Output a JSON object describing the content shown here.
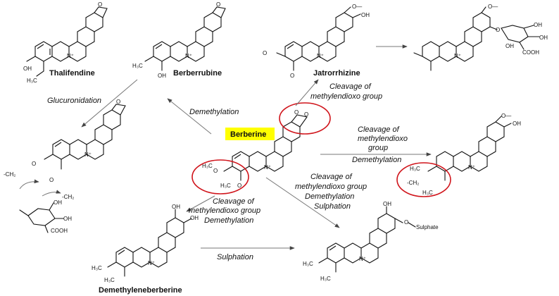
{
  "colors": {
    "highlight": "#ffff00",
    "circle": "#d0141b",
    "ink": "#111111",
    "arrow": "#777777"
  },
  "compounds": {
    "berberine": "Berberine",
    "thalifendine": "Thalifendine",
    "berberrubine": "Berberrubine",
    "jatrorrhizine": "Jatrorrhizine",
    "demethyleneberberine": "Demethyleneberberine"
  },
  "steps": {
    "demethylation": "Demethylation",
    "glucuronidation": "Glucuronidation",
    "cleavage_top": [
      "Cleavage of",
      "methylendioxo group"
    ],
    "cleavage_right": [
      "Cleavage of",
      "methylendioxo",
      "group",
      "Demethylation"
    ],
    "cleavage_sulph": [
      "Cleavage of",
      "methylendioxo group",
      "Demethylation",
      "Sulphation"
    ],
    "cleavage_left": [
      "Cleavage of",
      "methylendioxo group",
      "Demethylation"
    ],
    "sulphation": "Sulphation"
  },
  "atoms": {
    "oh": "OH",
    "o": "O",
    "h3c": "H₃C",
    "n_plus": "N⁺",
    "minus_ch2": "-CH₂",
    "cooh": "COOH",
    "sulphate": "Sulphate"
  }
}
